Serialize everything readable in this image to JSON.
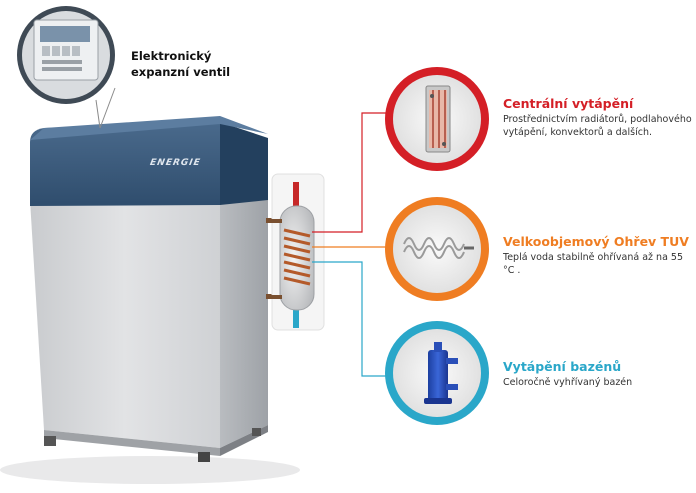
{
  "callouts": [
    {
      "title": "Centrální vytápění",
      "desc": "Prostřednictvím radiátorů, podlahového vytápění, konvektorů a dalších.",
      "color": "#d41f26"
    },
    {
      "title": "Velkoobjemový Ohřev TUV",
      "desc": "Teplá voda stabilně ohřívaná až na 55 °C .",
      "color": "#ef7d22"
    },
    {
      "title": "Vytápění bazénů",
      "desc": "Celoročně vyhřívaný bazén",
      "color": "#2aa7c9"
    }
  ],
  "valve_label": {
    "line1": "Elektronický",
    "line2": "expanzní ventil"
  },
  "brand": "ENERGIE",
  "colors": {
    "unit_top": "#3a5a7c",
    "unit_body": "#d3d5d8",
    "pipe_hot": "#c62828",
    "pipe_cold": "#2aa7c9",
    "coil": "#b45a2a"
  },
  "icons": [
    "plate-heat-exchanger-icon",
    "heating-coil-icon",
    "pool-heat-exchanger-icon",
    "control-panel-icon"
  ]
}
